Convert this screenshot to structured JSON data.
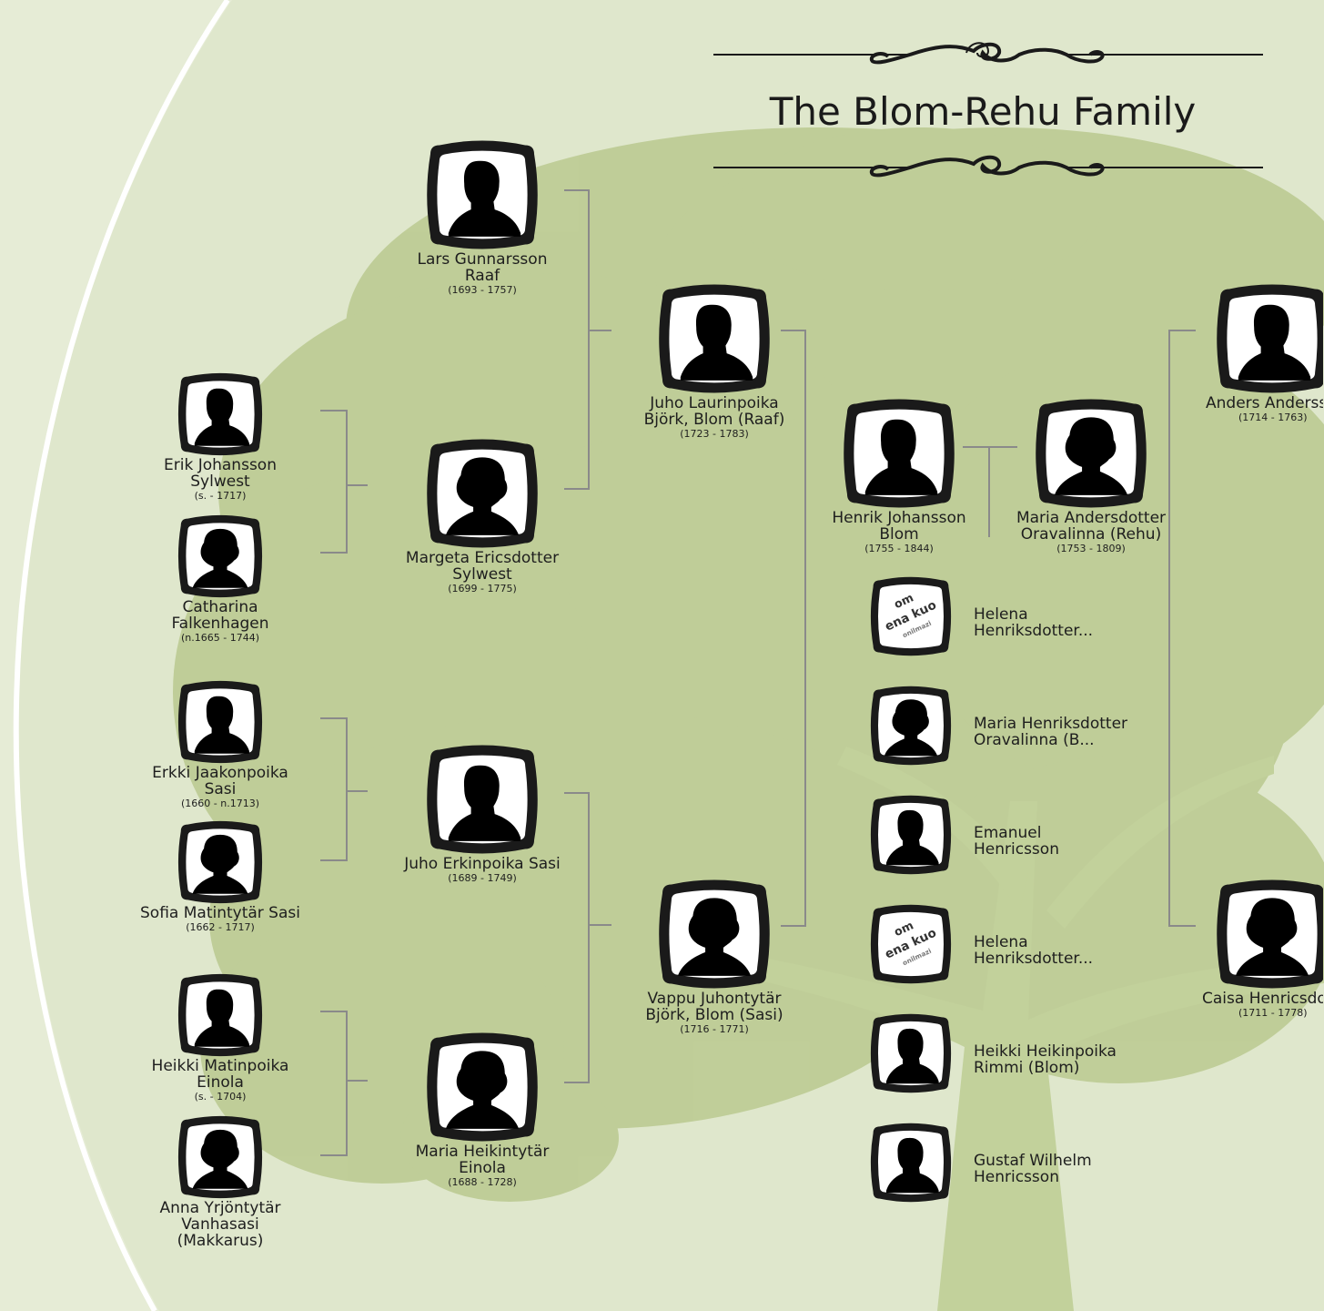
{
  "title": "The Blom-Rehu Family",
  "colors": {
    "background": "#e6ecd6",
    "tree": "#b9ca8f",
    "connector": "#8a8a8a",
    "frame": "#1a1a1a"
  },
  "people": [
    {
      "key": "lars",
      "name": [
        "Lars Gunnarsson",
        "Raaf"
      ],
      "dates": "(1693 - 1757)",
      "sex": "m"
    },
    {
      "key": "margeta",
      "name": [
        "Margeta Ericsdotter",
        "Sylwest"
      ],
      "dates": "(1699 - 1775)",
      "sex": "f"
    },
    {
      "key": "juho_l",
      "name": [
        "Juho Laurinpoika",
        "Björk, Blom (Raaf)"
      ],
      "dates": "(1723 - 1783)",
      "sex": "m"
    },
    {
      "key": "erik",
      "name": [
        "Erik Johansson",
        "Sylwest"
      ],
      "dates": "(s. - 1717)",
      "sex": "m"
    },
    {
      "key": "catharina",
      "name": [
        "Catharina",
        "Falkenhagen"
      ],
      "dates": "(n.1665 - 1744)",
      "sex": "f"
    },
    {
      "key": "erkki",
      "name": [
        "Erkki Jaakonpoika",
        "Sasi"
      ],
      "dates": "(1660 - n.1713)",
      "sex": "m"
    },
    {
      "key": "sofia",
      "name": [
        "Sofia Matintytär Sasi"
      ],
      "dates": "(1662 - 1717)",
      "sex": "f"
    },
    {
      "key": "juho_e",
      "name": [
        "Juho Erkinpoika Sasi"
      ],
      "dates": "(1689 - 1749)",
      "sex": "m"
    },
    {
      "key": "heikki_m",
      "name": [
        "Heikki Matinpoika",
        "Einola"
      ],
      "dates": "(s. - 1704)",
      "sex": "m"
    },
    {
      "key": "anna",
      "name": [
        "Anna Yrjöntytär",
        "Vanhasasi",
        "(Makkarus)"
      ],
      "dates": "",
      "sex": "f"
    },
    {
      "key": "maria_h",
      "name": [
        "Maria Heikintytär",
        "Einola"
      ],
      "dates": "(1688 - 1728)",
      "sex": "f"
    },
    {
      "key": "vappu",
      "name": [
        "Vappu Juhontytär",
        "Björk, Blom (Sasi)"
      ],
      "dates": "(1716 - 1771)",
      "sex": "f"
    },
    {
      "key": "henrik",
      "name": [
        "Henrik Johansson",
        "Blom"
      ],
      "dates": "(1755 - 1844)",
      "sex": "m"
    },
    {
      "key": "maria_a",
      "name": [
        "Maria Andersdotter",
        "Oravalinna (Rehu)"
      ],
      "dates": "(1753 - 1809)",
      "sex": "f"
    },
    {
      "key": "anders",
      "name": [
        "Anders Anderss"
      ],
      "dates": "(1714 - 1763)",
      "sex": "m"
    },
    {
      "key": "caisa",
      "name": [
        "Caisa Henricsdo"
      ],
      "dates": "(1711 - 1778)",
      "sex": "f"
    }
  ],
  "children": [
    {
      "name": [
        "Helena",
        "Henriksdotter..."
      ],
      "photo": "placeholder"
    },
    {
      "name": [
        "Maria Henriksdotter",
        "Oravalinna (B..."
      ],
      "photo": "f"
    },
    {
      "name": [
        "Emanuel",
        "Henricsson"
      ],
      "photo": "m"
    },
    {
      "name": [
        "Helena",
        "Henriksdotter..."
      ],
      "photo": "placeholder"
    },
    {
      "name": [
        "Heikki Heikinpoika",
        "Rimmi (Blom)"
      ],
      "photo": "m"
    },
    {
      "name": [
        "Gustaf Wilhelm",
        "Henricsson"
      ],
      "photo": "m"
    }
  ],
  "placeholder_text": [
    "om",
    "ena kuo",
    "onilmazi"
  ]
}
